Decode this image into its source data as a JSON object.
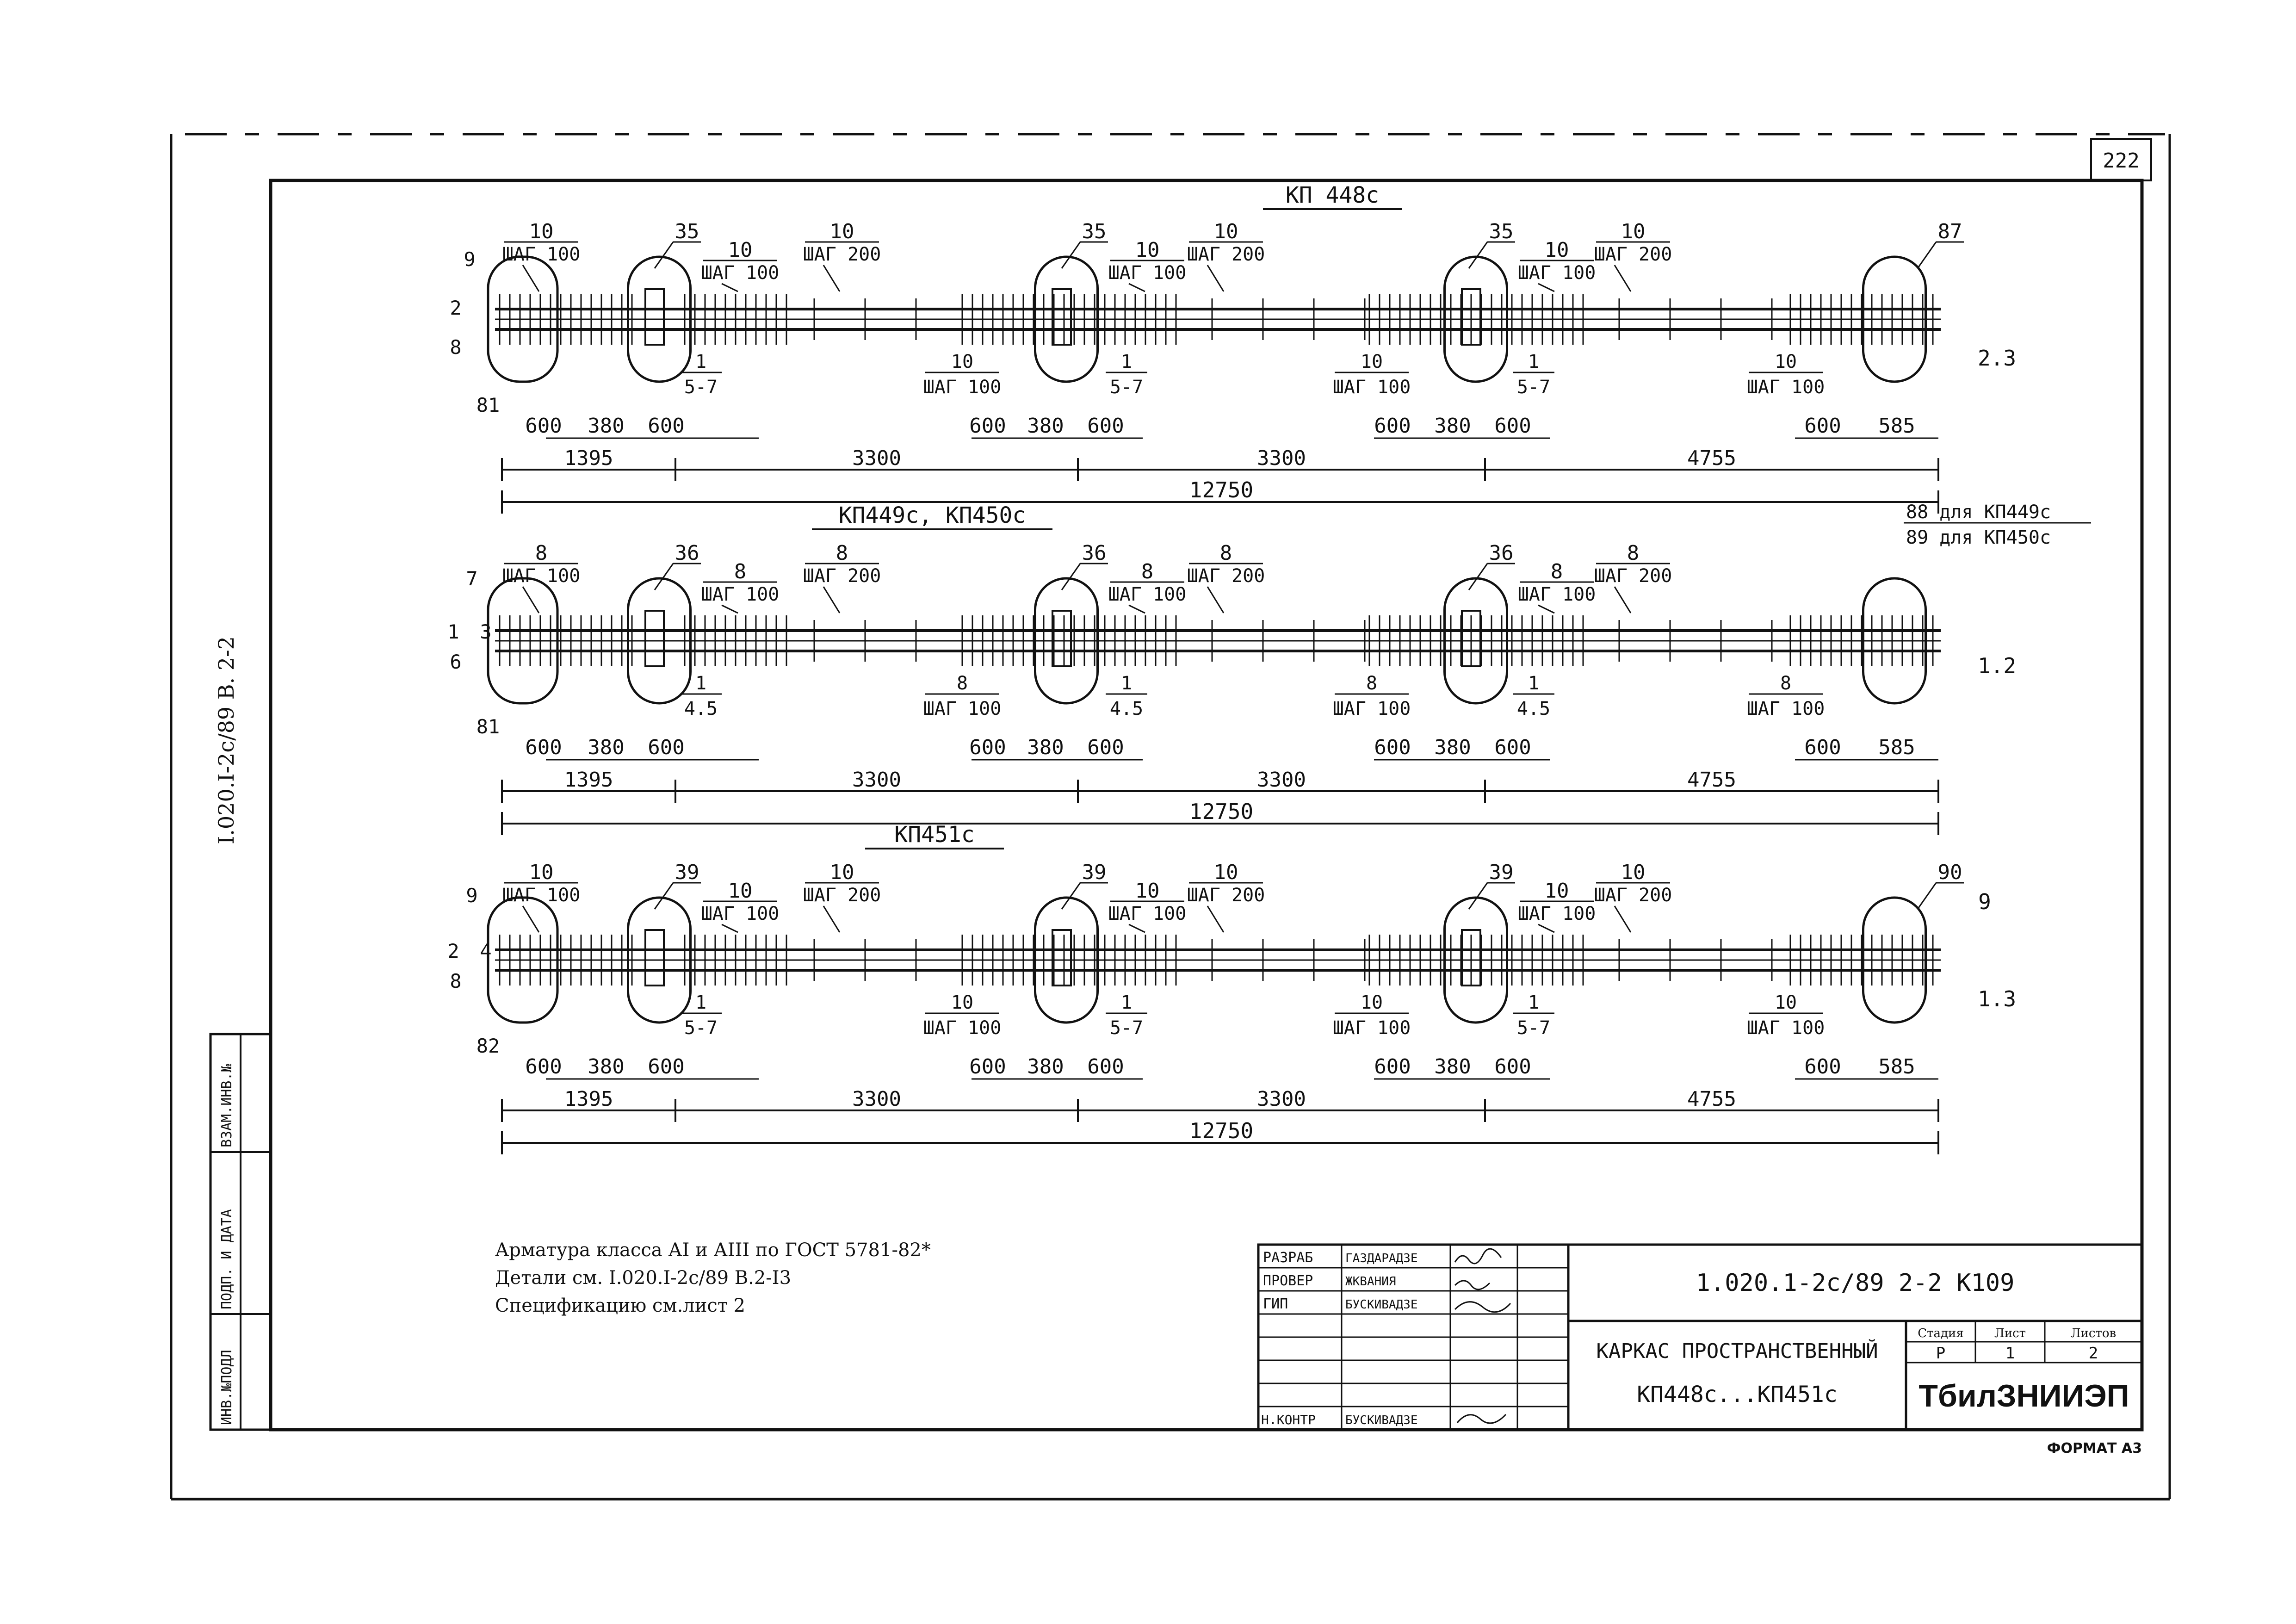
{
  "sheet": {
    "corner_number": "222",
    "side_stamp": "I.020.I-2c/89  B. 2-2",
    "format_label": "ФОРМАТ А3"
  },
  "side_table": {
    "cells": [
      "ВЗАМ.ИНВ.№",
      "ПОДП. И ДАТА",
      "ИНВ.№ПОДЛ"
    ]
  },
  "frames": [
    {
      "title": "КП 448с",
      "left_marks": [
        "9",
        "2",
        "8",
        "81"
      ],
      "right_mark": "2.3",
      "groups": [
        {
          "num": "10",
          "step": "ШАГ 100"
        },
        {
          "num": "35",
          "step": ""
        },
        {
          "num": "10",
          "step": "ШАГ 100"
        },
        {
          "num": "10",
          "step": "ШАГ 200"
        },
        {
          "num": "35",
          "step": ""
        },
        {
          "num": "10",
          "step": "ШАГ 100"
        },
        {
          "num": "10",
          "step": "ШАГ 200"
        },
        {
          "num": "35",
          "step": ""
        },
        {
          "num": "10",
          "step": "ШАГ 100"
        },
        {
          "num": "10",
          "step": "ШАГ 200"
        },
        {
          "num": "87",
          "step": ""
        }
      ],
      "below_groups": [
        {
          "num": "1",
          "sub": "5-7"
        },
        {
          "num": "10",
          "step": "ШАГ 100"
        },
        {
          "num": "1",
          "sub": "5-7"
        },
        {
          "num": "10",
          "step": "ШАГ 100"
        },
        {
          "num": "1",
          "sub": "5-7"
        },
        {
          "num": "10",
          "step": "ШАГ 100"
        }
      ],
      "node_dims": [
        [
          "600",
          "380",
          "600"
        ],
        [
          "600",
          "380",
          "600"
        ],
        [
          "600",
          "380",
          "600"
        ],
        [
          "600",
          "585"
        ]
      ],
      "spans": [
        "1395",
        "3300",
        "3300",
        "4755"
      ],
      "total": "12750"
    },
    {
      "title": "КП449с, КП450с",
      "left_marks": [
        "7",
        "1",
        "3",
        "6",
        "81"
      ],
      "right_note_1": "88 для КП449с",
      "right_note_2": "89 для КП450с",
      "right_mark": "1.2",
      "groups": [
        {
          "num": "8",
          "step": "ШАГ 100"
        },
        {
          "num": "36",
          "step": ""
        },
        {
          "num": "8",
          "step": "ШАГ 100"
        },
        {
          "num": "8",
          "step": "ШАГ 200"
        },
        {
          "num": "36",
          "step": ""
        },
        {
          "num": "8",
          "step": "ШАГ 100"
        },
        {
          "num": "8",
          "step": "ШАГ 200"
        },
        {
          "num": "36",
          "step": ""
        },
        {
          "num": "8",
          "step": "ШАГ 100"
        },
        {
          "num": "8",
          "step": "ШАГ 200"
        }
      ],
      "below_groups": [
        {
          "num": "1",
          "sub": "4.5"
        },
        {
          "num": "8",
          "step": "ШАГ 100"
        },
        {
          "num": "1",
          "sub": "4.5"
        },
        {
          "num": "8",
          "step": "ШАГ 100"
        },
        {
          "num": "1",
          "sub": "4.5"
        },
        {
          "num": "8",
          "step": "ШАГ 100"
        }
      ],
      "node_dims": [
        [
          "600",
          "380",
          "600"
        ],
        [
          "600",
          "380",
          "600"
        ],
        [
          "600",
          "380",
          "600"
        ],
        [
          "600",
          "585"
        ]
      ],
      "spans": [
        "1395",
        "3300",
        "3300",
        "4755"
      ],
      "total": "12750"
    },
    {
      "title": "КП451с",
      "left_marks": [
        "9",
        "2",
        "4",
        "8",
        "82"
      ],
      "right_mark_top": "9",
      "right_mark": "1.3",
      "groups": [
        {
          "num": "10",
          "step": "ШАГ 100"
        },
        {
          "num": "39",
          "step": ""
        },
        {
          "num": "10",
          "step": "ШАГ 100"
        },
        {
          "num": "10",
          "step": "ШАГ 200"
        },
        {
          "num": "39",
          "step": ""
        },
        {
          "num": "10",
          "step": "ШАГ 100"
        },
        {
          "num": "10",
          "step": "ШАГ 200"
        },
        {
          "num": "39",
          "step": ""
        },
        {
          "num": "10",
          "step": "ШАГ 100"
        },
        {
          "num": "10",
          "step": "ШАГ 200"
        },
        {
          "num": "90",
          "step": ""
        }
      ],
      "below_groups": [
        {
          "num": "1",
          "sub": "5-7"
        },
        {
          "num": "10",
          "step": "ШАГ 100"
        },
        {
          "num": "1",
          "sub": "5-7"
        },
        {
          "num": "10",
          "step": "ШАГ 100"
        },
        {
          "num": "1",
          "sub": "5-7"
        },
        {
          "num": "10",
          "step": "ШАГ 100"
        }
      ],
      "node_dims": [
        [
          "600",
          "380",
          "600"
        ],
        [
          "600",
          "380",
          "600"
        ],
        [
          "600",
          "380",
          "600"
        ],
        [
          "600",
          "585"
        ]
      ],
      "spans": [
        "1395",
        "3300",
        "3300",
        "4755"
      ],
      "total": "12750"
    }
  ],
  "notes": [
    "Арматура класса АI и АIII по ГОСТ 5781-82*",
    "Детали см. I.020.I-2с/89 В.2-I3",
    "Спецификацию см.лист 2"
  ],
  "title_block": {
    "roles": [
      {
        "role": "РАЗРАБ",
        "name": "ГАЗДАРАДЗЕ"
      },
      {
        "role": "ПРОВЕР",
        "name": "ЖКВАНИЯ"
      },
      {
        "role": "ГИП",
        "name": "БУСКИВАДЗЕ"
      },
      {
        "role": "Н.КОНТР",
        "name": "БУСКИВАДЗЕ"
      }
    ],
    "doc_code": "1.020.1-2с/89  2-2  К109",
    "name_line1": "КАРКАС ПРОСТРАНСТВЕННЫЙ",
    "name_line2": "КП448с...КП451с",
    "stage_header": "Стадия",
    "sheet_header": "Лист",
    "sheets_header": "Листов",
    "stage": "Р",
    "sheet": "1",
    "sheets": "2",
    "org": "ТбилЗНИИЭП"
  }
}
